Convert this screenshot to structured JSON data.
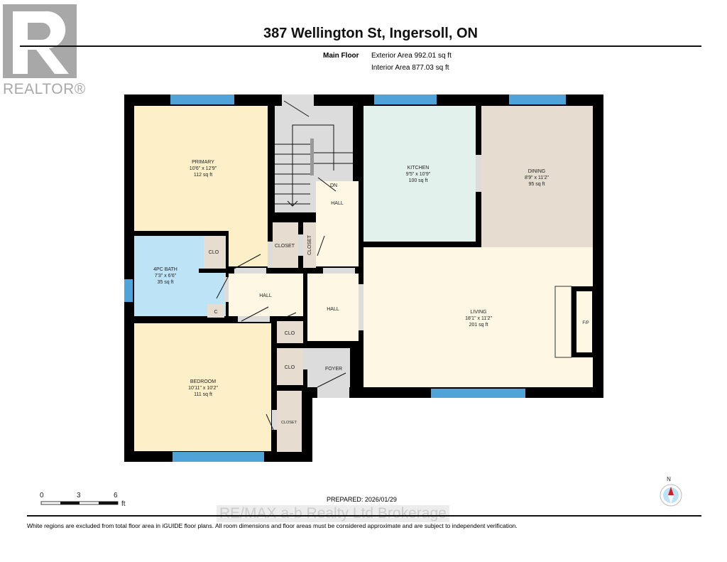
{
  "header": {
    "title": "387 Wellington St, Ingersoll, ON",
    "floor_name": "Main Floor",
    "exterior_area": "Exterior Area 992.01 sq ft",
    "interior_area": "Interior Area 877.03 sq ft"
  },
  "logo": {
    "text": "REALTOR®"
  },
  "rooms": {
    "primary": {
      "name": "PRIMARY",
      "dims": "10'6\" x 12'9\"",
      "area": "112 sq ft"
    },
    "kitchen": {
      "name": "KITCHEN",
      "dims": "9'5\" x 10'9\"",
      "area": "100 sq ft"
    },
    "dining": {
      "name": "DINING",
      "dims": "8'9\" x 11'2\"",
      "area": "95 sq ft"
    },
    "bath": {
      "name": "4PC BATH",
      "dims": "7'3\" x 6'6\"",
      "area": "35 sq ft"
    },
    "living": {
      "name": "LIVING",
      "dims": "18'1\" x 11'2\"",
      "area": "201 sq ft"
    },
    "bedroom": {
      "name": "BEDROOM",
      "dims": "10'11\" x 10'2\"",
      "area": "111 sq ft"
    },
    "hall": "HALL",
    "closet": "CLOSET",
    "clo": "CLO",
    "c": "C",
    "foyer": "FOYER",
    "dn": "DN",
    "fp": "F/P"
  },
  "scale": {
    "ticks": [
      "0",
      "3",
      "6"
    ],
    "unit": "ft"
  },
  "compass": {
    "label": "N"
  },
  "footer": {
    "prepared": "PREPARED: 2026/01/29",
    "watermark": "RE/MAX a-b Realty Ltd Brokerage",
    "disclaimer": "White regions are excluded from total floor area in iGUIDE floor plans. All room dimensions and floor areas must be considered approximate and are subject to independent verification."
  },
  "colors": {
    "wall": "#000000",
    "window": "#4fa3d9",
    "bedroom": "#fdf0c8",
    "kitchen": "#e3f1ec",
    "dining": "#e6dccf",
    "bath": "#bde3f7",
    "hall": "#fdf7e3",
    "stairs": "#dcdcdc"
  }
}
